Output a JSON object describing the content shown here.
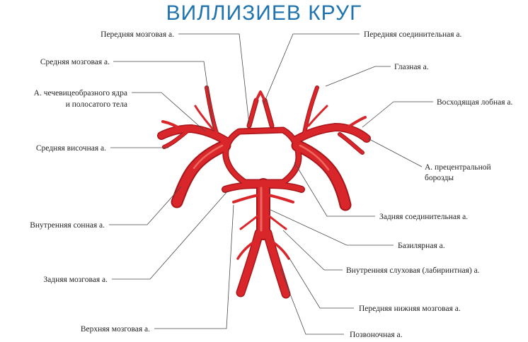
{
  "title": "ВИЛЛИЗИЕВ КРУГ",
  "colors": {
    "title": "#1f74b0",
    "artery": "#d9262a",
    "artery_dark": "#a8161a",
    "artery_highlight": "#f07a6e",
    "leader_lines": "#4a4a4a"
  },
  "labels_left": [
    "Передняя мозговая а.",
    "Средняя мозговая а.",
    "А. чечевицеобразного ядра",
    "и полосатого тела",
    "Средняя височная а.",
    "Внутренняя сонная а.",
    "Задняя мозговая а.",
    "Верхняя мозговая а."
  ],
  "labels_right": [
    "Передняя соединительная а.",
    "Глазная а.",
    "Восходящая лобная а.",
    "А. прецентральной",
    "борозды",
    "Задняя соединительная а.",
    "Базилярная а.",
    "Внутренняя слуховая (лабиринтная) а.",
    "Передняя нижняя мозговая а.",
    "Позвоночная а."
  ]
}
